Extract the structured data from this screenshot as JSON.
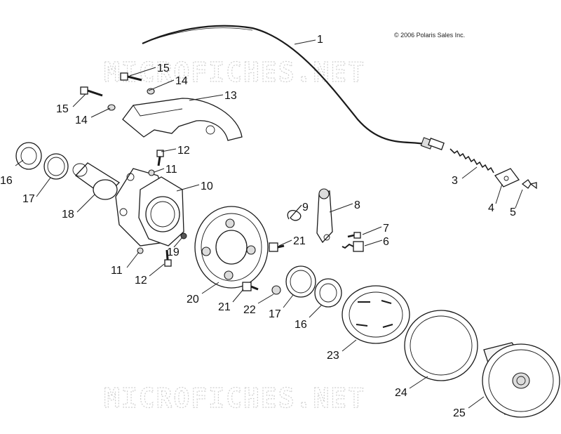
{
  "copyright": "© 2006 Polaris Sales Inc.",
  "watermarks": [
    "MICROFICHES.NET",
    "MICROFICHES.NET"
  ],
  "callouts": [
    "1",
    "15",
    "14",
    "15",
    "14",
    "13",
    "12",
    "16",
    "17",
    "18",
    "11",
    "10",
    "9",
    "8",
    "3",
    "4",
    "5",
    "7",
    "6",
    "21",
    "19",
    "11",
    "12",
    "20",
    "21",
    "22",
    "17",
    "16",
    "23",
    "24",
    "25"
  ]
}
